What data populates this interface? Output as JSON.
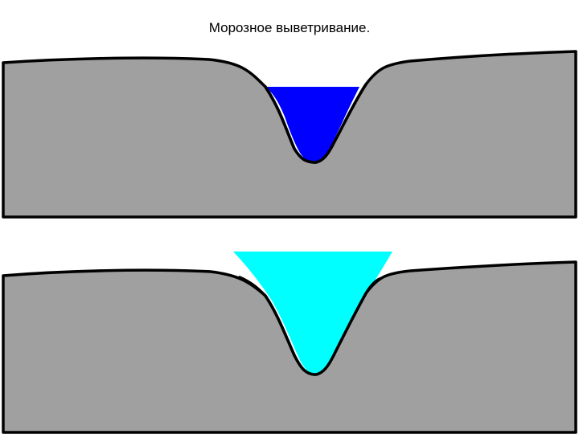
{
  "title": "Морозное выветривание.",
  "colors": {
    "background": "#ffffff",
    "rock": "#a0a0a0",
    "outline": "#000000",
    "water": "#0000ff",
    "ice": "#00ffff"
  },
  "panels": [
    {
      "id": "water-panel",
      "state": "water",
      "fill_color": "#0000ff"
    },
    {
      "id": "ice-panel",
      "state": "ice",
      "fill_color": "#00ffff"
    }
  ]
}
